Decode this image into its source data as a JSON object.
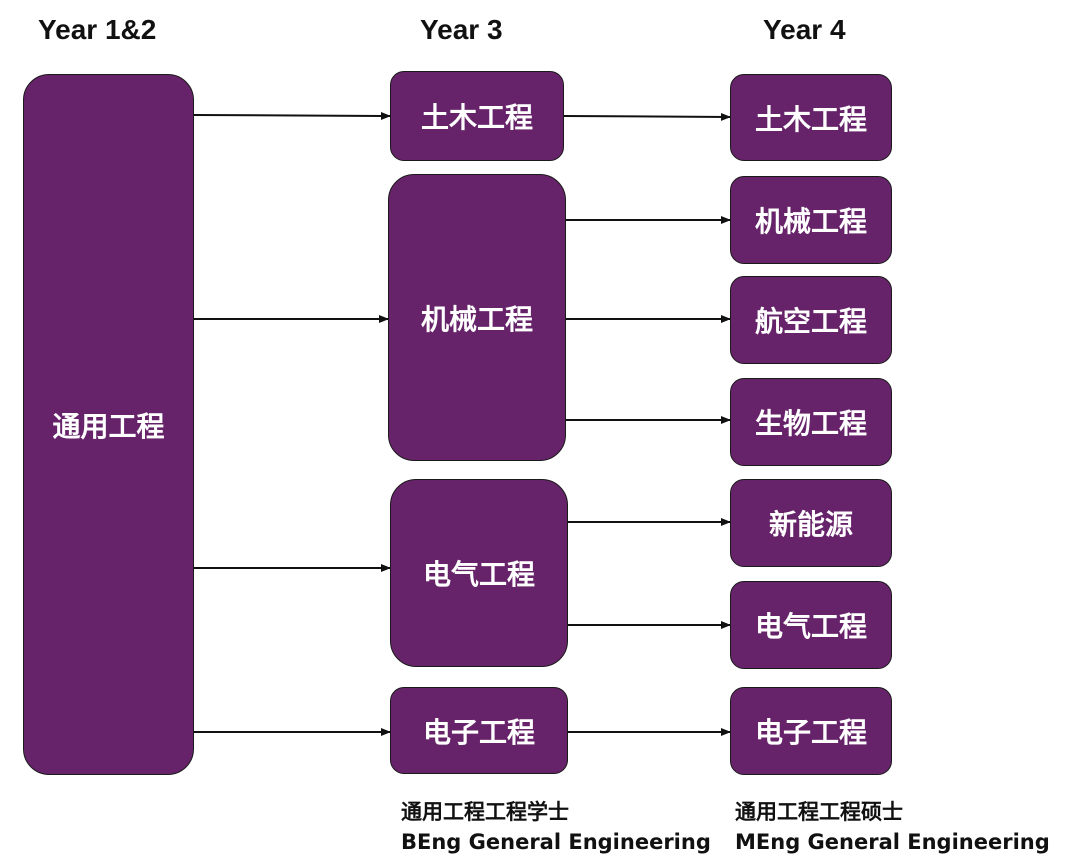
{
  "headers": {
    "year12": "Year 1&2",
    "year3": "Year 3",
    "year4": "Year 4"
  },
  "year12": {
    "general": "通用工程"
  },
  "year3": {
    "civil": "土木工程",
    "mechanical": "机械工程",
    "electrical": "电气工程",
    "electronic": "电子工程"
  },
  "year4": {
    "civil": "土木工程",
    "mechanical": "机械工程",
    "aero": "航空工程",
    "bio": "生物工程",
    "new_energy": "新能源",
    "electrical": "电气工程",
    "electronic": "电子工程"
  },
  "degrees": {
    "beng_cn": "通用工程工程学士",
    "beng_en": "BEng General Engineering",
    "meng_cn": "通用工程工程硕士",
    "meng_en": "MEng General Engineering"
  },
  "colors": {
    "box_fill": "#67236a",
    "box_border": "#1a1a1a",
    "arrow": "#111111"
  }
}
